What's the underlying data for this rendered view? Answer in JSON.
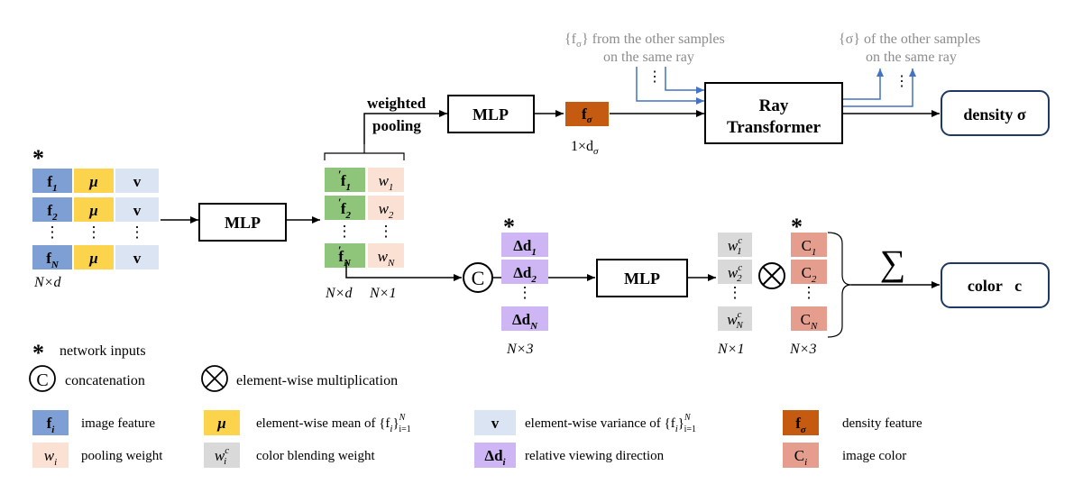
{
  "colors": {
    "feature_blue": "#7d9fd3",
    "mean_yellow": "#fcd34d",
    "variance_blue": "#dbe4f2",
    "weighted_green": "#8fc47b",
    "weight_peach": "#fbe1d4",
    "density_orange": "#c55a11",
    "direction_purple": "#cdb6f3",
    "blend_gray": "#d9d9d9",
    "image_color_pink": "#e59d8e",
    "box_border": "#1f3864",
    "arrow": "#000000",
    "gray_text": "#8c8c8c",
    "blue_arrow": "#4472c4"
  },
  "input_table": {
    "star": "*",
    "rows": [
      {
        "f": "f",
        "f_sub": "1",
        "mu": "μ",
        "v": "v"
      },
      {
        "f": "f",
        "f_sub": "2",
        "mu": "μ",
        "v": "v"
      },
      {
        "f": "⋮",
        "f_sub": "",
        "mu": "⋮",
        "v": "⋮"
      },
      {
        "f": "f",
        "f_sub": "N",
        "mu": "μ",
        "v": "v"
      }
    ],
    "dim": "N×d"
  },
  "mlp1": {
    "label": "MLP"
  },
  "weighted_table": {
    "rows": [
      {
        "f": "f",
        "f_sub": "1",
        "w": "w",
        "w_sub": "1"
      },
      {
        "f": "f",
        "f_sub": "2",
        "w": "w",
        "w_sub": "2"
      },
      {
        "f": "⋮",
        "f_sub": "",
        "w": "⋮",
        "w_sub": ""
      },
      {
        "f": "f",
        "f_sub": "N",
        "w": "w",
        "w_sub": "N"
      }
    ],
    "dim_left": "N×d",
    "dim_right": "N×1"
  },
  "weighted_pooling": {
    "line1": "weighted",
    "line2": "pooling"
  },
  "mlp2": {
    "label": "MLP"
  },
  "f_sigma": {
    "label": "f",
    "sub": "σ",
    "dim_base": "1×d",
    "dim_sub": "σ"
  },
  "top_left_note": {
    "line1": "{f",
    "line1_sub": "σ",
    "line1_rest": "} from the other samples",
    "line2": "on the same ray",
    "dots": "⋮"
  },
  "top_right_note": {
    "line1": "{σ} of the other samples",
    "line2": "on the same ray",
    "dots": "⋮"
  },
  "ray_transformer": {
    "line1": "Ray",
    "line2": "Transformer"
  },
  "density_output": {
    "label": "density σ"
  },
  "concat": {
    "symbol": "C"
  },
  "directions": {
    "star": "*",
    "rows": [
      {
        "label": "Δd",
        "sub": "1"
      },
      {
        "label": "Δd",
        "sub": "2"
      },
      {
        "label": "⋮",
        "sub": ""
      },
      {
        "label": "Δd",
        "sub": "N"
      }
    ],
    "dim": "N×3"
  },
  "mlp3": {
    "label": "MLP"
  },
  "blend_weights": {
    "rows": [
      {
        "label": "w",
        "sub": "1",
        "sup": "c"
      },
      {
        "label": "w",
        "sub": "2",
        "sup": "c"
      },
      {
        "label": "⋮",
        "sub": "",
        "sup": ""
      },
      {
        "label": "w",
        "sub": "N",
        "sup": "c"
      }
    ],
    "dim": "N×1"
  },
  "multiply": {
    "symbol": "⊗"
  },
  "image_colors": {
    "star": "*",
    "rows": [
      {
        "label": "C",
        "sub": "1"
      },
      {
        "label": "C",
        "sub": "2"
      },
      {
        "label": "⋮",
        "sub": ""
      },
      {
        "label": "C",
        "sub": "N"
      }
    ],
    "dim": "N×3"
  },
  "sum_symbol": "∑",
  "color_output": {
    "label": "color   c"
  },
  "legend": {
    "network_inputs": {
      "symbol": "*",
      "text": "network inputs"
    },
    "concatenation": {
      "symbol": "C",
      "text": "concatenation"
    },
    "elementwise_mult": {
      "symbol": "⊗",
      "text": "element-wise multiplication"
    },
    "items": [
      {
        "key": "f",
        "key_sub": "i",
        "text": "image feature",
        "color_key": "feature_blue"
      },
      {
        "key": "μ",
        "key_sub": "",
        "text": "element-wise mean of {f",
        "text_tail": "}",
        "text_tail_sub": "i=1",
        "text_tail_sup": "N",
        "color_key": "mean_yellow"
      },
      {
        "key": "v",
        "key_sub": "",
        "text": "element-wise variance of {f",
        "text_tail": "}",
        "text_tail_sub": "i=1",
        "text_tail_sup": "N",
        "color_key": "variance_blue"
      },
      {
        "key": "f",
        "key_sub": "σ",
        "text": "density feature",
        "color_key": "density_orange"
      },
      {
        "key": "w",
        "key_sub": "i",
        "text": "pooling weight",
        "color_key": "weight_peach"
      },
      {
        "key": "w",
        "key_sub": "i",
        "key_sup": "c",
        "text": "color blending weight",
        "color_key": "blend_gray"
      },
      {
        "key": "Δd",
        "key_sub": "i",
        "text": "relative viewing direction",
        "color_key": "direction_purple"
      },
      {
        "key": "C",
        "key_sub": "i",
        "text": "image color",
        "color_key": "image_color_pink"
      }
    ]
  }
}
